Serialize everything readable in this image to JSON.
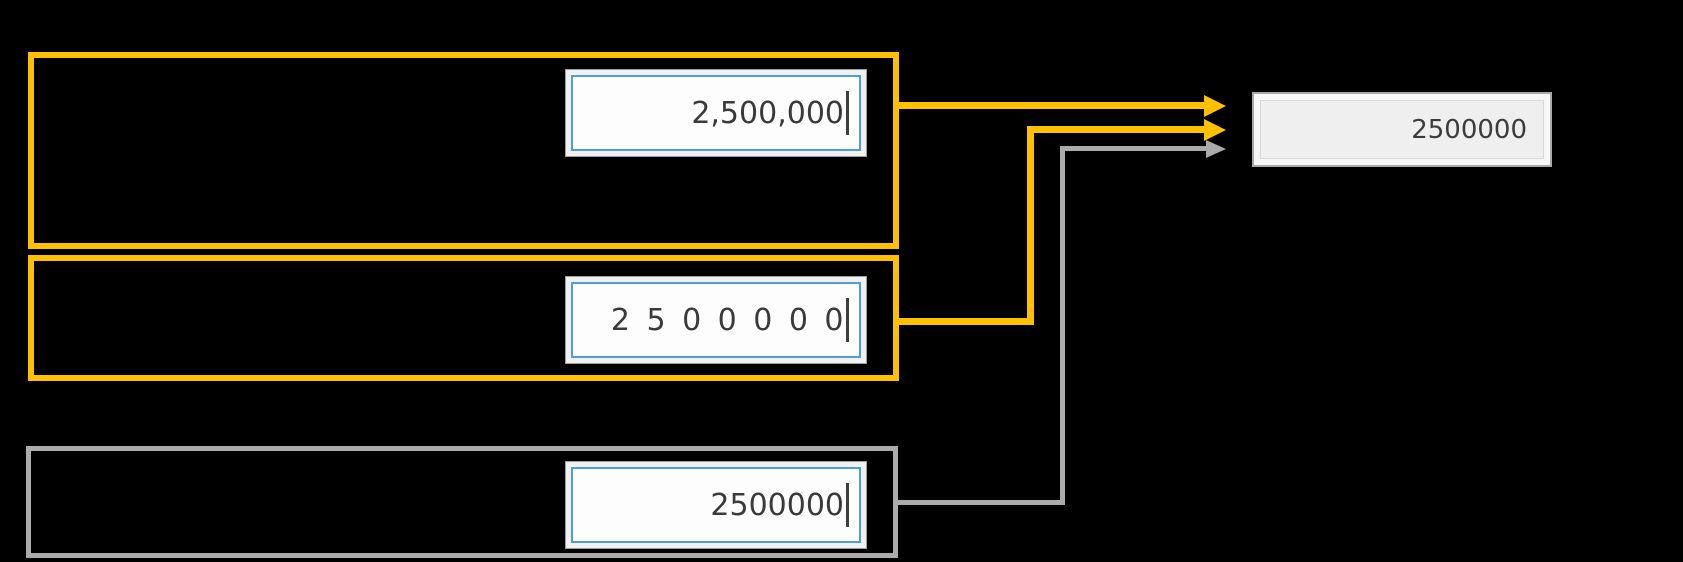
{
  "diagram": {
    "background": "#000000",
    "inputs": [
      {
        "id": "thousands-separators",
        "value": "2,500,000",
        "display": "2,500,000",
        "group_border_color": "#FFC000",
        "arrow_color": "#FFC000"
      },
      {
        "id": "spaced-digits",
        "value": "2500000",
        "display": "2 5 0 0 0 0 0",
        "group_border_color": "#FFC000",
        "arrow_color": "#FFC000"
      },
      {
        "id": "plain-digits",
        "value": "2500000",
        "display": "2500000",
        "group_border_color": "#ABABAB",
        "arrow_color": "#ABABAB"
      }
    ],
    "output": {
      "value": "2500000"
    },
    "colors": {
      "highlight": "#FFC000",
      "neutral": "#ABABAB",
      "focus_border": "#4D9FD8",
      "field_text": "#3A3A3A",
      "field_background": "#FDFDFD",
      "field_frame": "#F1F1F1",
      "output_background": "#EFEFEF"
    }
  }
}
